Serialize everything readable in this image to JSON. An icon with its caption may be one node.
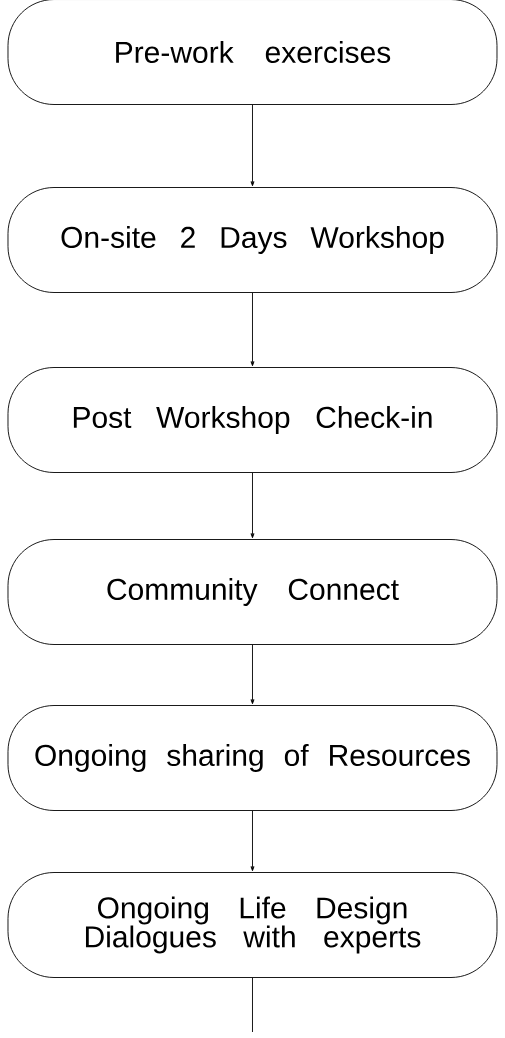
{
  "diagram": {
    "nodes": [
      {
        "text": [
          "Pre-work exercises"
        ]
      },
      {
        "text": [
          "On-site 2 Days Workshop"
        ]
      },
      {
        "text": [
          "Post Workshop Check-in"
        ]
      },
      {
        "text": [
          "Community Connect"
        ]
      },
      {
        "text": [
          "Ongoing sharing of Resources"
        ]
      },
      {
        "text": [
          "Ongoing Life Design Dialogues with experts"
        ]
      }
    ],
    "edges": [
      {
        "from": 0,
        "to": 1,
        "arrow": "to"
      },
      {
        "from": 1,
        "to": 2,
        "arrow": "to"
      },
      {
        "from": 2,
        "to": 3,
        "arrow": "to"
      },
      {
        "from": 3,
        "to": 4,
        "arrow": "to"
      },
      {
        "from": 4,
        "to": 5,
        "arrow": "to"
      },
      {
        "from": 5,
        "to": null,
        "arrow": "none"
      }
    ]
  }
}
